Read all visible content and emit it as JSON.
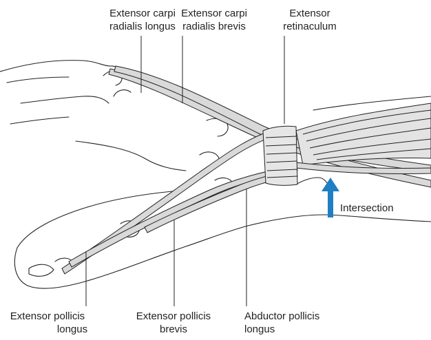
{
  "labels": {
    "ecrl": {
      "line1": "Extensor carpi",
      "line2": "radialis longus"
    },
    "ecrb": {
      "line1": "Extensor carpi",
      "line2": "radialis brevis"
    },
    "er": {
      "line1": "Extensor",
      "line2": "retinaculum"
    },
    "intersection": "Intersection",
    "epl": {
      "line1": "Extensor pollicis",
      "line2": "longus"
    },
    "epb": {
      "line1": "Extensor pollicis",
      "line2": "brevis"
    },
    "apl": {
      "line1": "Abductor pollicis",
      "line2": "longus"
    }
  },
  "colors": {
    "outline": "#231f20",
    "tendon_fill": "#d9d9d9",
    "tendon_shade": "#bdbdbd",
    "arrow": "#1f7fc2"
  }
}
